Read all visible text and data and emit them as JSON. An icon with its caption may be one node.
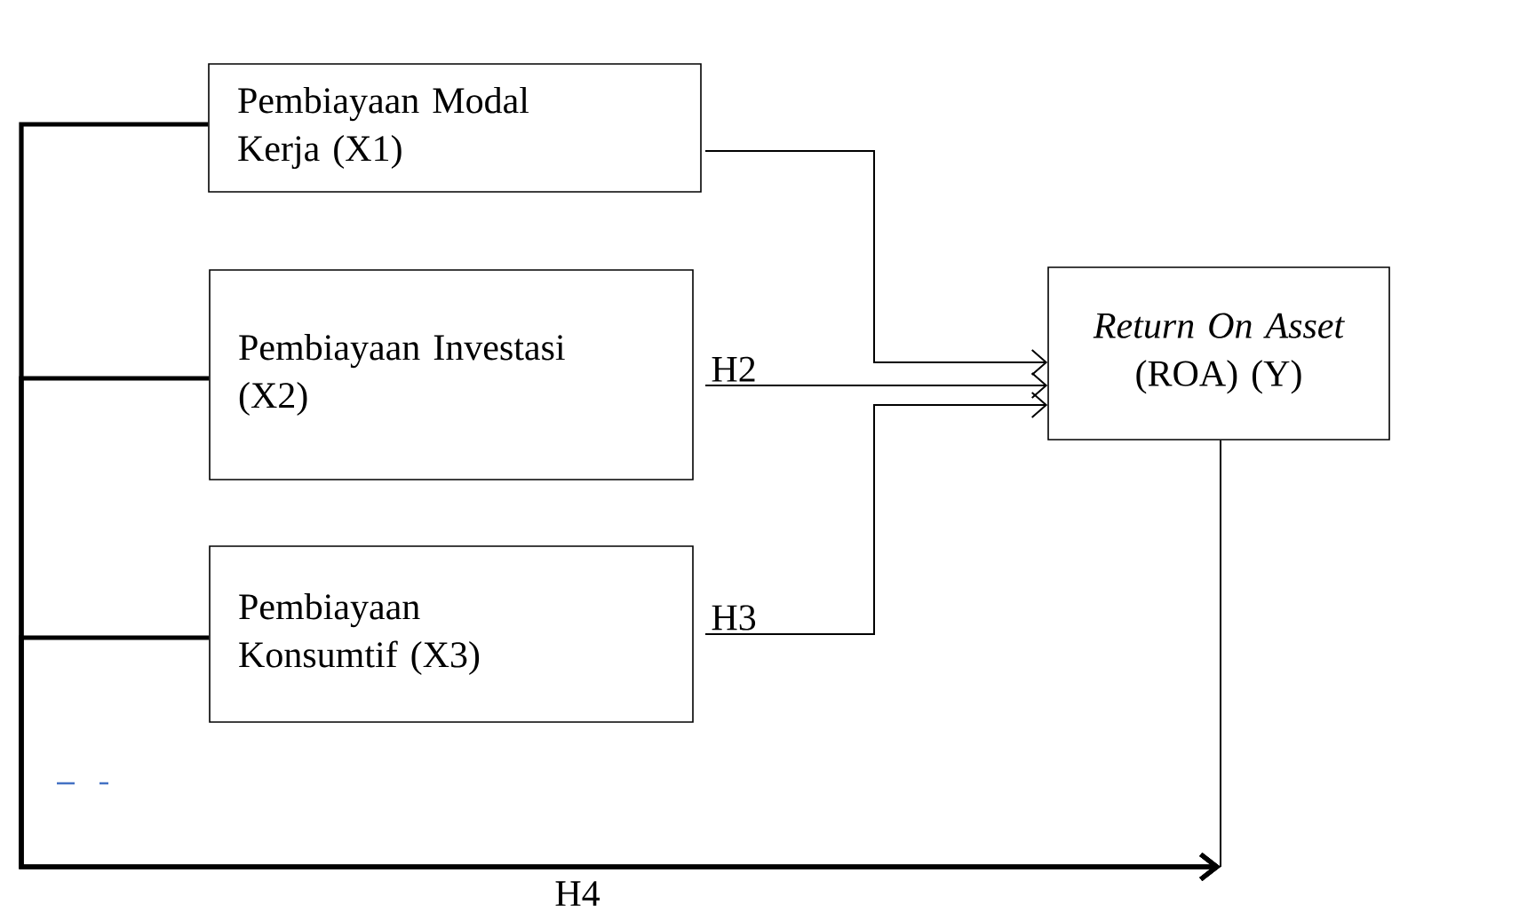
{
  "diagram": {
    "nodes": [
      {
        "text": [
          "Pembiayaan Modal Kerja (X1)"
        ]
      },
      {
        "text": [
          "Pembiayaan Investasi (X2)"
        ]
      },
      {
        "text": [
          "Pembiayaan Konsumtif (X3)"
        ]
      },
      {
        "text": [
          "*Return On Asset* (ROA) (Y)"
        ]
      }
    ],
    "edges": [
      {
        "from": 0,
        "to": 3,
        "arrow": "to"
      },
      {
        "from": 1,
        "to": 3,
        "arrow": "to",
        "label": "H2"
      },
      {
        "from": 2,
        "to": 3,
        "arrow": "to",
        "label": "H3"
      },
      {
        "from": 0,
        "to": null,
        "arrow": "to",
        "label": "H4",
        "style": "thick"
      },
      {
        "from": 1,
        "to": null,
        "arrow": "to",
        "style": "thick"
      },
      {
        "from": 2,
        "to": null,
        "arrow": "to",
        "style": "thick"
      },
      {
        "from": 3,
        "to": null,
        "arrow": "none"
      }
    ]
  }
}
